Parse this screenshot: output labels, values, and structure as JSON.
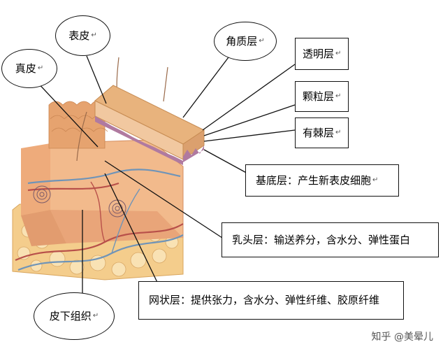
{
  "labels": {
    "biaopi": "表皮",
    "zhenpi": "真皮",
    "jiaozhiceng": "角质层",
    "toumingceng": "透明层",
    "keliceng": "颗粒层",
    "youjiceng": "有棘层",
    "jidiceng": "基底层：产生新表皮细胞",
    "rutouceng": "乳头层：输送养分，含水分、弹性蛋白",
    "wangzhuangceng": "网状层：提供张力，含水分、弹性纤维、胶原纤维",
    "pixiazuzhi": "皮下组织"
  },
  "paragraph_mark": "↵",
  "watermark": "知乎 @美晕儿",
  "colors": {
    "epidermis": "#e7b67a",
    "basal_wave": "#b07aa0",
    "dermis": "#f0b585",
    "subcutaneous": "#f5cf8c",
    "vessel_red": "#b8504a",
    "vessel_blue": "#6f94b8",
    "leader_line": "#111111"
  }
}
